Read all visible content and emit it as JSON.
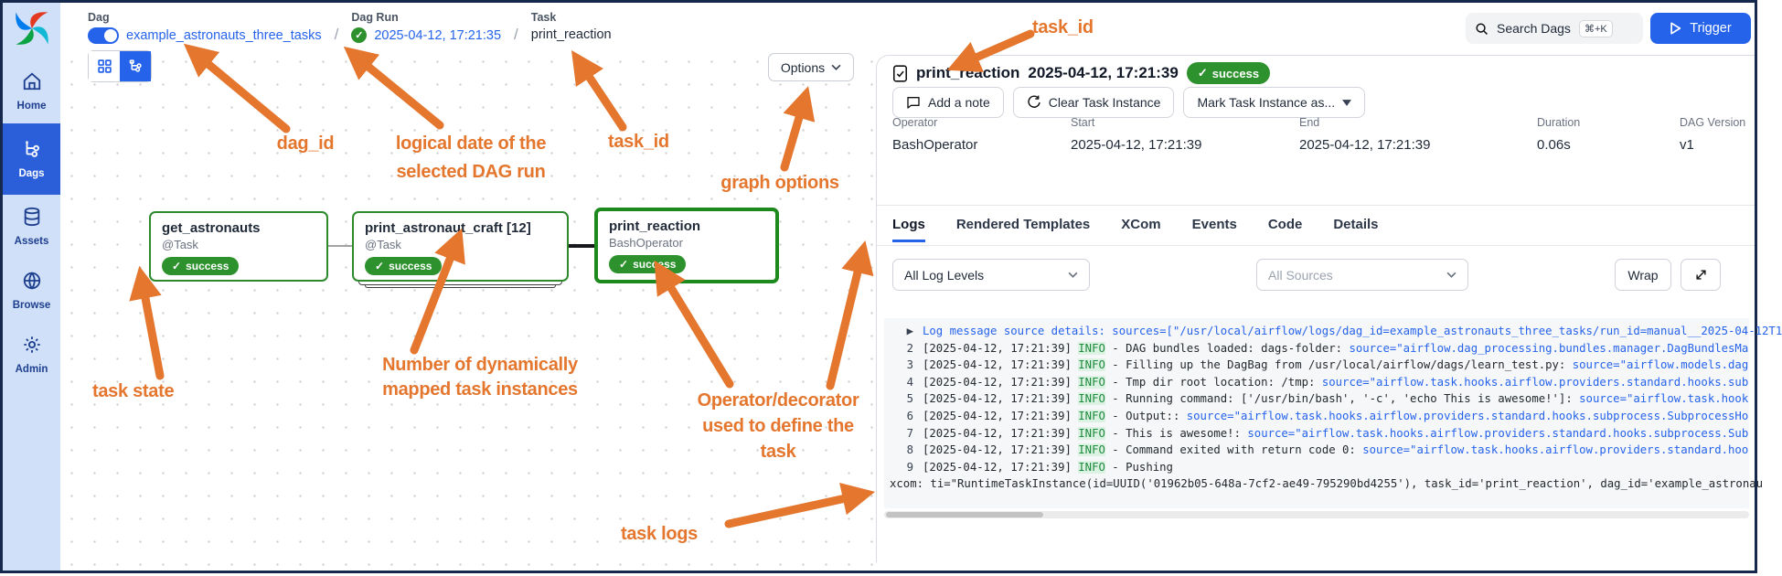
{
  "colors": {
    "accent_orange": "#e4762e",
    "success_green": "#2d922d",
    "link_blue": "#2563eb",
    "sidebar_active_blue": "#2b5fd9",
    "navy_border": "#16294d"
  },
  "sidebar": {
    "items": [
      {
        "label": "Home",
        "active": false
      },
      {
        "label": "Dags",
        "active": true
      },
      {
        "label": "Assets",
        "active": false
      },
      {
        "label": "Browse",
        "active": false
      },
      {
        "label": "Admin",
        "active": false
      }
    ]
  },
  "topbar": {
    "search_label": "Search Dags",
    "search_shortcut": "⌘+K",
    "trigger_label": "Trigger"
  },
  "breadcrumb": {
    "dag_label": "Dag",
    "dag_value": "example_astronauts_three_tasks",
    "dagrun_label": "Dag Run",
    "dagrun_value": "2025-04-12, 17:21:35",
    "task_label": "Task",
    "task_value": "print_reaction",
    "separator": "/"
  },
  "graph": {
    "options_label": "Options",
    "nodes": [
      {
        "title": "get_astronauts",
        "subtitle": "@Task",
        "status": "success"
      },
      {
        "title": "print_astronaut_craft [12]",
        "subtitle": "@Task",
        "status": "success"
      },
      {
        "title": "print_reaction",
        "subtitle": "BashOperator",
        "status": "success"
      }
    ]
  },
  "task_panel": {
    "title": "print_reaction",
    "timestamp": "2025-04-12, 17:21:39",
    "status": "success",
    "buttons": {
      "add_note": "Add a note",
      "clear": "Clear Task Instance",
      "mark_as": "Mark Task Instance as..."
    },
    "meta": {
      "cols": [
        {
          "label": "Operator",
          "value": "BashOperator"
        },
        {
          "label": "Start",
          "value": "2025-04-12, 17:21:39"
        },
        {
          "label": "End",
          "value": "2025-04-12, 17:21:39"
        },
        {
          "label": "Duration",
          "value": "0.06s"
        },
        {
          "label": "DAG Version",
          "value": "v1"
        }
      ]
    },
    "tabs": [
      {
        "label": "Logs",
        "active": true
      },
      {
        "label": "Rendered Templates",
        "active": false
      },
      {
        "label": "XCom",
        "active": false
      },
      {
        "label": "Events",
        "active": false
      },
      {
        "label": "Code",
        "active": false
      },
      {
        "label": "Details",
        "active": false
      }
    ],
    "controls": {
      "log_levels": "All Log Levels",
      "sources": "All Sources",
      "wrap": "Wrap"
    }
  },
  "logs": {
    "lines": [
      {
        "num": "▶",
        "parts": [
          {
            "c": "lnk",
            "t": "Log message source details: sources=[\"/usr/local/airflow/logs/dag_id=example_astronauts_three_tasks/run_id=manual__2025-04-12T1"
          }
        ]
      },
      {
        "num": "2",
        "parts": [
          {
            "c": "txt",
            "t": "[2025-04-12, 17:21:39] "
          },
          {
            "c": "lvl",
            "t": "INFO"
          },
          {
            "c": "txt",
            "t": " - DAG bundles loaded: dags-folder: "
          },
          {
            "c": "lnk",
            "t": "source=\"airflow.dag_processing.bundles.manager.DagBundlesMa"
          }
        ]
      },
      {
        "num": "3",
        "parts": [
          {
            "c": "txt",
            "t": "[2025-04-12, 17:21:39] "
          },
          {
            "c": "lvl",
            "t": "INFO"
          },
          {
            "c": "txt",
            "t": " - Filling up the DagBag from /usr/local/airflow/dags/learn_test.py: "
          },
          {
            "c": "lnk",
            "t": "source=\"airflow.models.dag"
          }
        ]
      },
      {
        "num": "4",
        "parts": [
          {
            "c": "txt",
            "t": "[2025-04-12, 17:21:39] "
          },
          {
            "c": "lvl",
            "t": "INFO"
          },
          {
            "c": "txt",
            "t": " - Tmp dir root location: /tmp: "
          },
          {
            "c": "lnk",
            "t": "source=\"airflow.task.hooks.airflow.providers.standard.hooks.sub"
          }
        ]
      },
      {
        "num": "5",
        "parts": [
          {
            "c": "txt",
            "t": "[2025-04-12, 17:21:39] "
          },
          {
            "c": "lvl",
            "t": "INFO"
          },
          {
            "c": "txt",
            "t": " - Running command: ['/usr/bin/bash', '-c', 'echo This is awesome!']: "
          },
          {
            "c": "lnk",
            "t": "source=\"airflow.task.hook"
          }
        ]
      },
      {
        "num": "6",
        "parts": [
          {
            "c": "txt",
            "t": "[2025-04-12, 17:21:39] "
          },
          {
            "c": "lvl",
            "t": "INFO"
          },
          {
            "c": "txt",
            "t": " - Output:: "
          },
          {
            "c": "lnk",
            "t": "source=\"airflow.task.hooks.airflow.providers.standard.hooks.subprocess.SubprocessHo"
          }
        ]
      },
      {
        "num": "7",
        "parts": [
          {
            "c": "txt",
            "t": "[2025-04-12, 17:21:39] "
          },
          {
            "c": "lvl",
            "t": "INFO"
          },
          {
            "c": "txt",
            "t": " - This is awesome!: "
          },
          {
            "c": "lnk",
            "t": "source=\"airflow.task.hooks.airflow.providers.standard.hooks.subprocess.Sub"
          }
        ]
      },
      {
        "num": "8",
        "parts": [
          {
            "c": "txt",
            "t": "[2025-04-12, 17:21:39] "
          },
          {
            "c": "lvl",
            "t": "INFO"
          },
          {
            "c": "txt",
            "t": " - Command exited with return code 0: "
          },
          {
            "c": "lnk",
            "t": "source=\"airflow.task.hooks.airflow.providers.standard.hoo"
          }
        ]
      },
      {
        "num": "9",
        "parts": [
          {
            "c": "txt",
            "t": "[2025-04-12, 17:21:39] "
          },
          {
            "c": "lvl",
            "t": "INFO"
          },
          {
            "c": "txt",
            "t": " - Pushing"
          }
        ]
      },
      {
        "num": null,
        "parts": [
          {
            "c": "txt",
            "t": "xcom: ti=\"RuntimeTaskInstance(id=UUID('01962b05-648a-7cf2-ae49-795290bd4255'), task_id='print_reaction', dag_id='example_astronau"
          }
        ]
      }
    ]
  },
  "annotations": [
    "task_id",
    "dag_id",
    "logical date of the\nselected DAG run",
    "task_id",
    "graph options",
    "task state",
    "Number of dynamically\nmapped task instances",
    "Operator/decorator\nused to define the\ntask",
    "task logs"
  ]
}
